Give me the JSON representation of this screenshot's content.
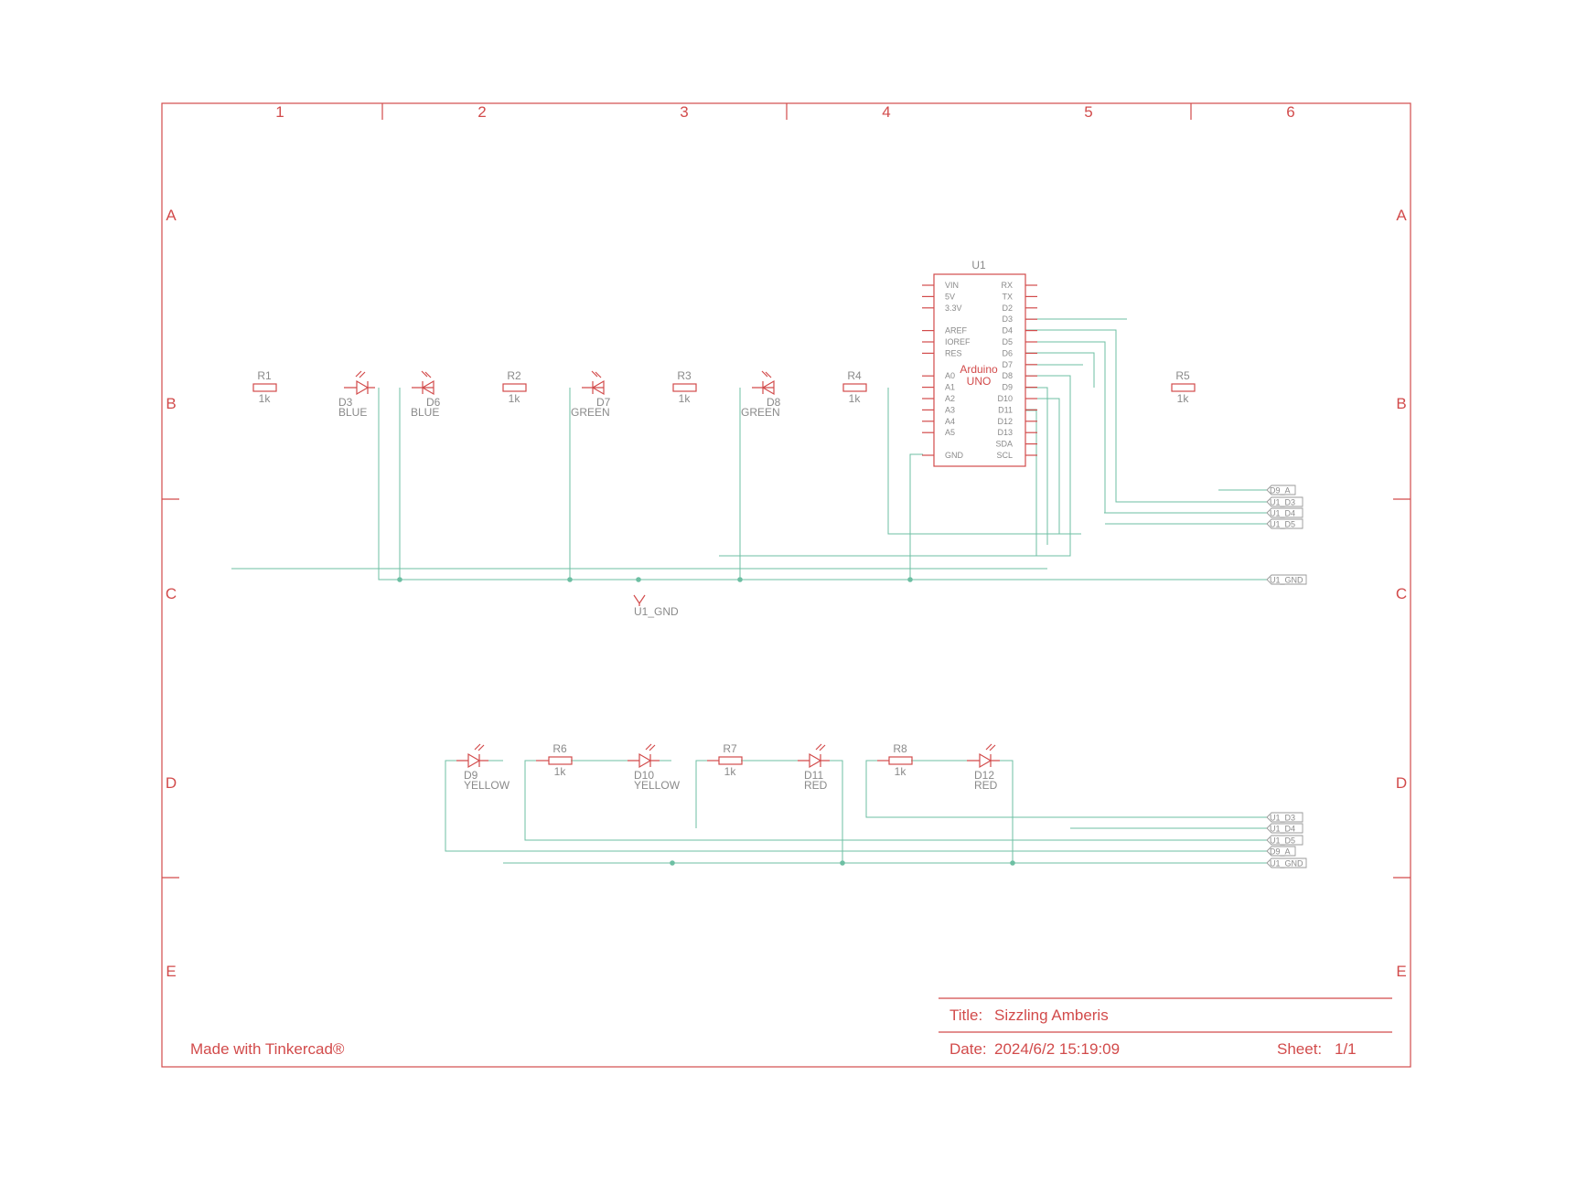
{
  "zones": {
    "columns": [
      "1",
      "2",
      "3",
      "4",
      "5",
      "6"
    ],
    "rows": [
      "A",
      "B",
      "C",
      "D",
      "E"
    ]
  },
  "arduino": {
    "ref": "U1",
    "name_line1": "Arduino",
    "name_line2": "UNO",
    "left_pins": [
      "VIN",
      "5V",
      "3.3V",
      "AREF",
      "IOREF",
      "RES",
      "A0",
      "A1",
      "A2",
      "A3",
      "A4",
      "A5",
      "GND"
    ],
    "right_pins": [
      "RX",
      "TX",
      "D2",
      "D3",
      "D4",
      "D5",
      "D6",
      "D7",
      "D8",
      "D9",
      "D10",
      "D11",
      "D12",
      "D13",
      "SDA",
      "SCL"
    ]
  },
  "resistors": [
    {
      "ref": "R1",
      "value": "1k"
    },
    {
      "ref": "R2",
      "value": "1k"
    },
    {
      "ref": "R3",
      "value": "1k"
    },
    {
      "ref": "R4",
      "value": "1k"
    },
    {
      "ref": "R5",
      "value": "1k"
    },
    {
      "ref": "R6",
      "value": "1k"
    },
    {
      "ref": "R7",
      "value": "1k"
    },
    {
      "ref": "R8",
      "value": "1k"
    }
  ],
  "leds": [
    {
      "ref": "D3",
      "color": "BLUE"
    },
    {
      "ref": "D6",
      "color": "BLUE"
    },
    {
      "ref": "D7",
      "color": "GREEN"
    },
    {
      "ref": "D8",
      "color": "GREEN"
    },
    {
      "ref": "D9",
      "color": "YELLOW"
    },
    {
      "ref": "D10",
      "color": "YELLOW"
    },
    {
      "ref": "D11",
      "color": "RED"
    },
    {
      "ref": "D12",
      "color": "RED"
    }
  ],
  "gnd_symbol": "U1_GND",
  "net_labels_top": [
    "D9_A",
    "U1_D3",
    "U1_D4",
    "U1_D5",
    "U1_GND"
  ],
  "net_labels_bottom": [
    "U1_D3",
    "U1_D4",
    "U1_D5",
    "D9_A",
    "U1_GND"
  ],
  "title_block": {
    "title_label": "Title:",
    "title": "Sizzling Amberis",
    "date_label": "Date:",
    "date": "2024/6/2 15:19:09",
    "sheet_label": "Sheet:",
    "sheet": "1/1",
    "credit": "Made with Tinkercad®"
  },
  "colors": {
    "frame": "#d24b4b",
    "wire": "#6dbfa3",
    "label": "#8a8a8a"
  }
}
